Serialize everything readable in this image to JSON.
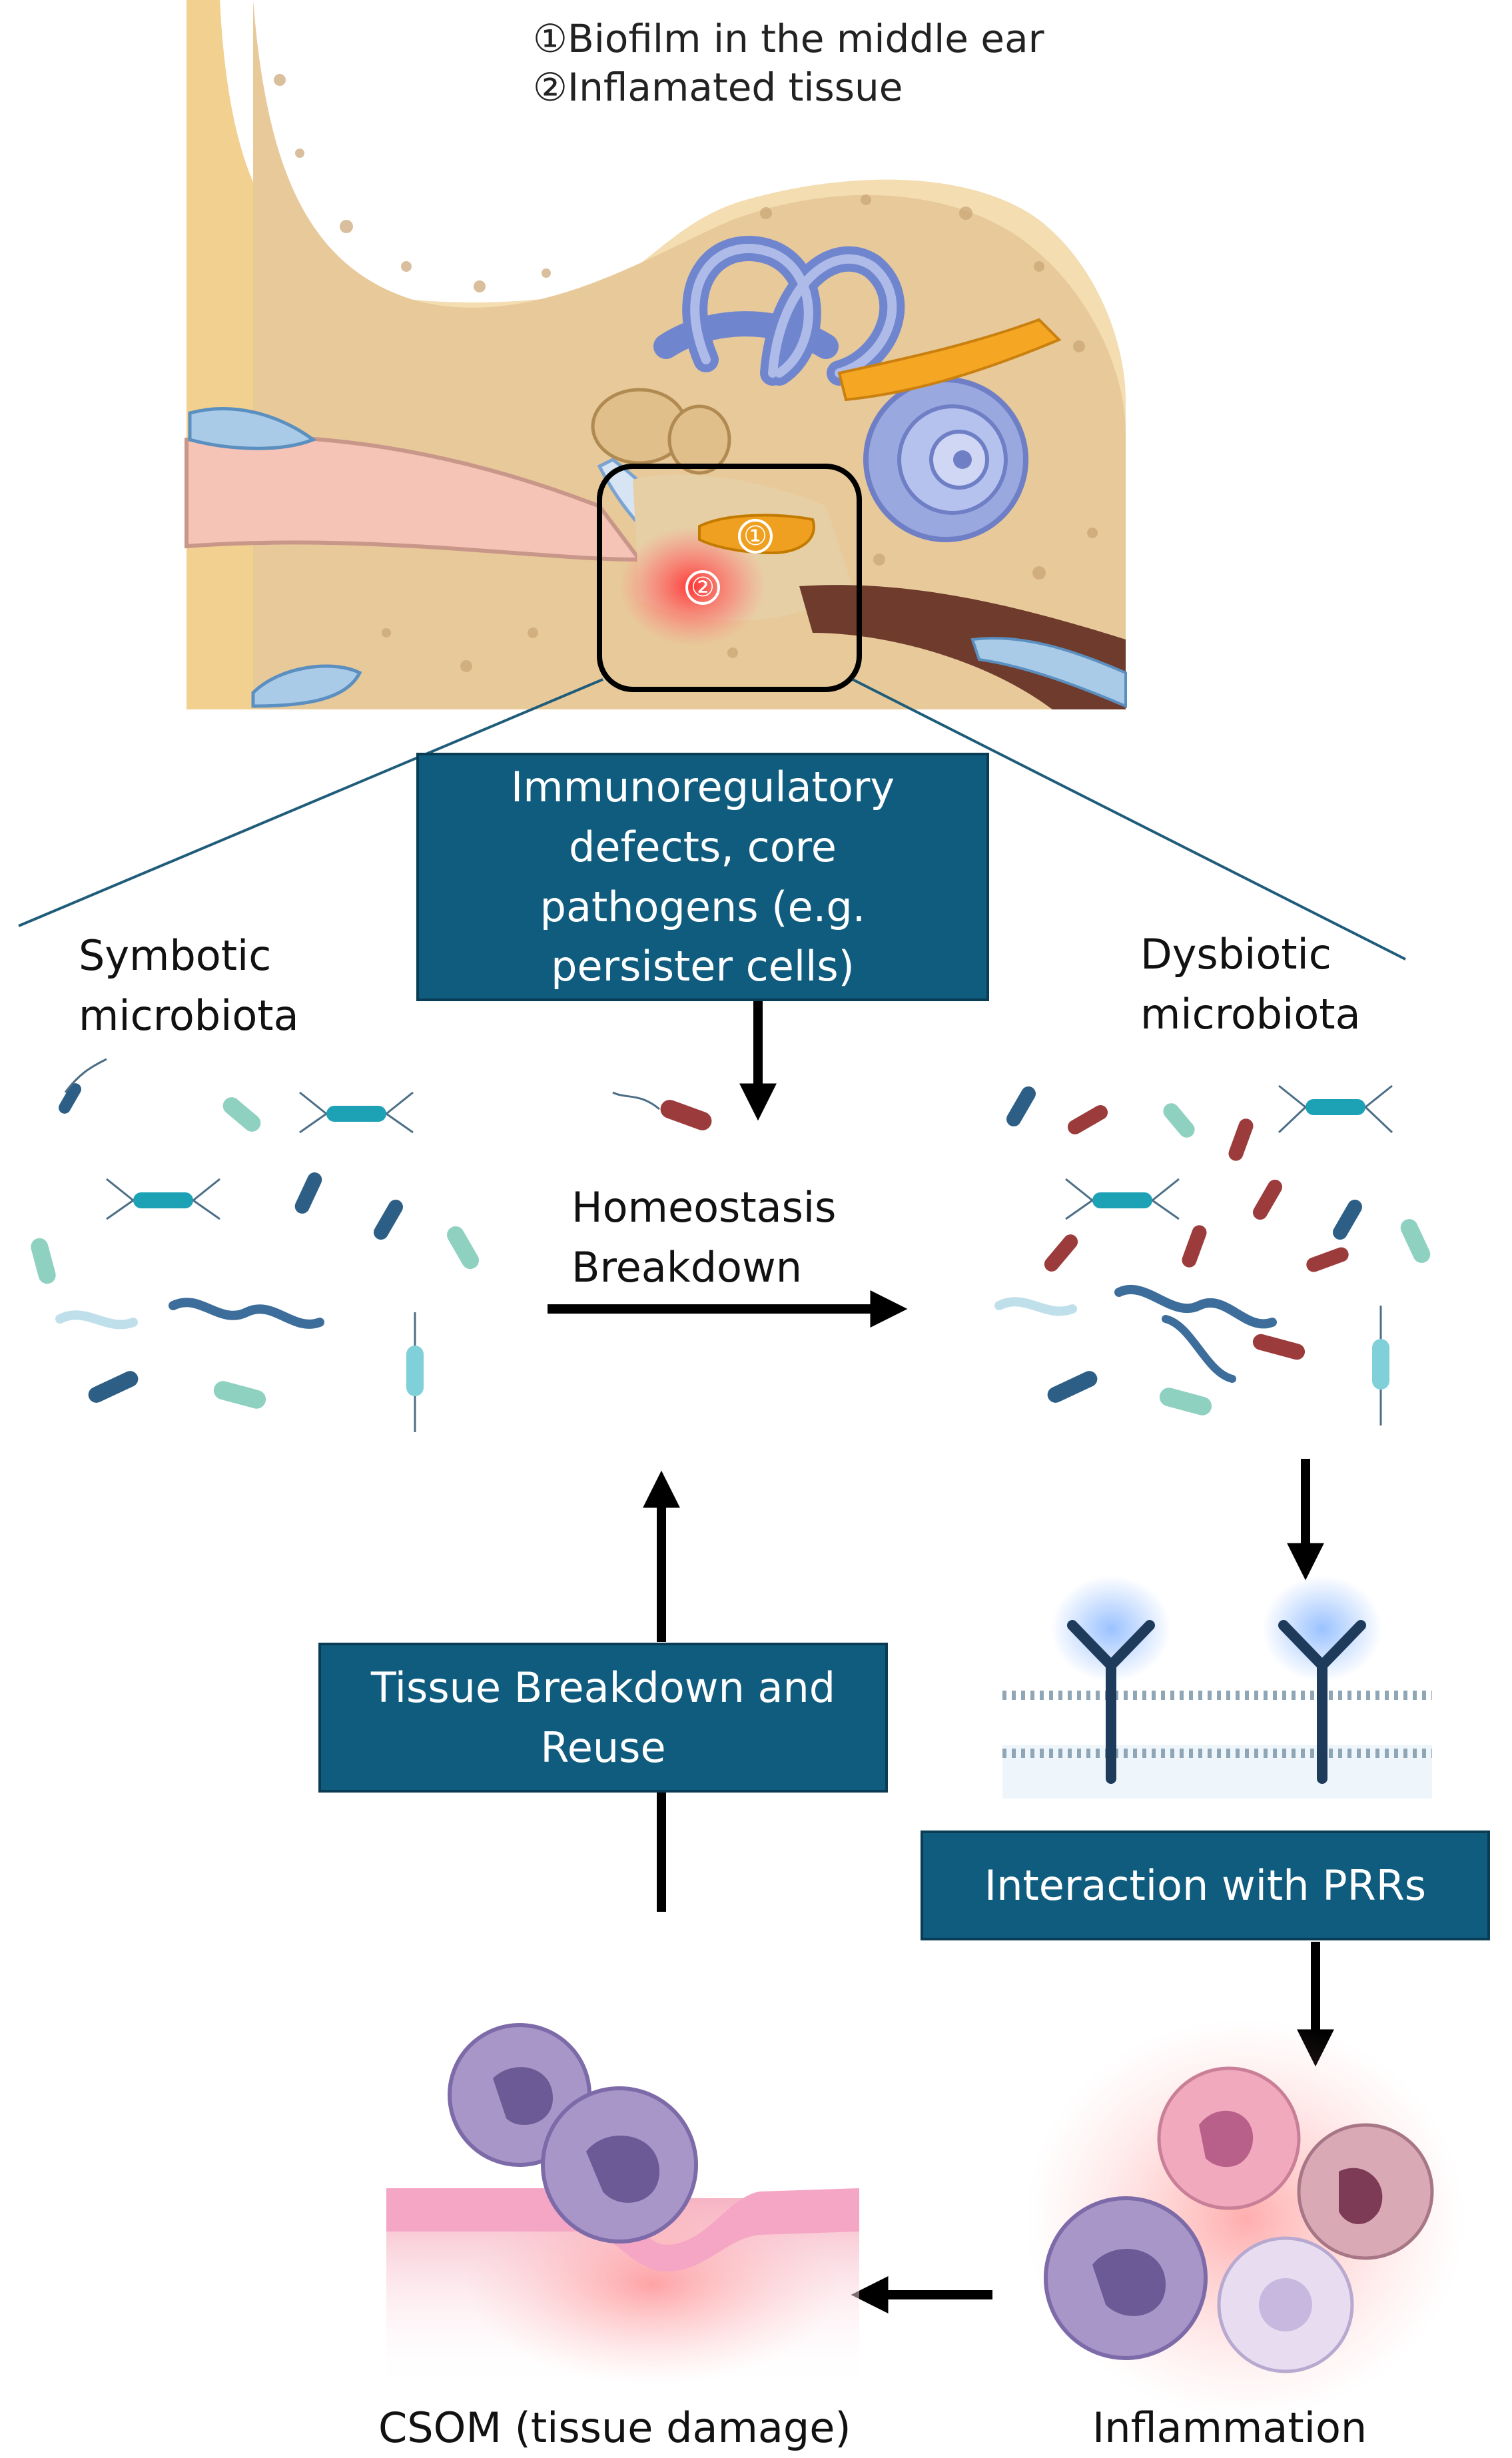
{
  "legend": {
    "item1": "①Biofilm in the middle ear",
    "item2": "②Inflamated tissue"
  },
  "ear_markers": {
    "m1": "①",
    "m2": "②"
  },
  "boxes": {
    "immuno": "Immunoregulatory defects, core pathogens (e.g. persister cells)",
    "tissue": "Tissue Breakdown and Reuse",
    "prr": "Interaction with PRRs"
  },
  "labels": {
    "symbiotic": "Symbotic\nmicrobiota",
    "dysbiotic": "Dysbiotic\nmicrobiota",
    "homeostasis": "Homeostasis\nBreakdown",
    "csom": "CSOM (tissue damage)",
    "inflammation": "Inflammation"
  },
  "colors": {
    "box_fill": "#0f5c7e",
    "box_text": "#ffffff",
    "arrow": "#000000",
    "bone": "#e8c99a",
    "labyrinth": "#7b8fd6",
    "inflamed": "#ff4a4a",
    "biofilm": "#f0a020"
  }
}
